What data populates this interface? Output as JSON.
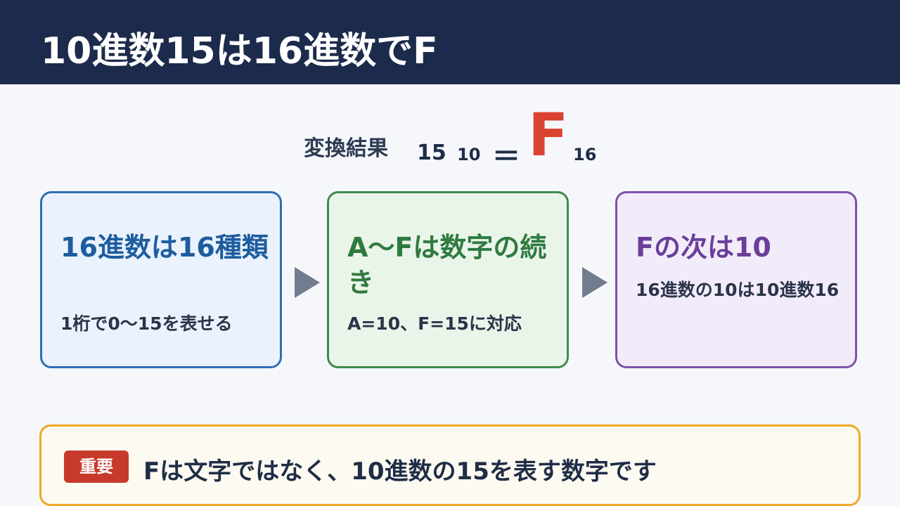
{
  "header": {
    "title": "10進数15は16進数でF"
  },
  "result": {
    "label": "変換結果",
    "decimal_value": "15",
    "decimal_base": "10",
    "equals": "＝",
    "hex_value": "F",
    "hex_base": "16"
  },
  "cards": [
    {
      "title": "16進数は16種類",
      "description": "1桁で0〜15を表せる"
    },
    {
      "title": "A〜Fは数字の続き",
      "description": "A=10、F=15に対応"
    },
    {
      "title": "Fの次は10",
      "description": "16進数の10は10進数16"
    }
  ],
  "important": {
    "badge": "重要",
    "text": "Fは文字ではなく、10進数の15を表す数字です"
  },
  "colors": {
    "header_bg": "#1c2b4b",
    "accent_red": "#d9432f",
    "card1_border": "#2f6fb2",
    "card2_border": "#3d8a4f",
    "card3_border": "#7b53a8",
    "important_border": "#f0a828",
    "badge_bg": "#c73a2b"
  },
  "icons": {
    "arrow": "arrow-right-icon"
  }
}
